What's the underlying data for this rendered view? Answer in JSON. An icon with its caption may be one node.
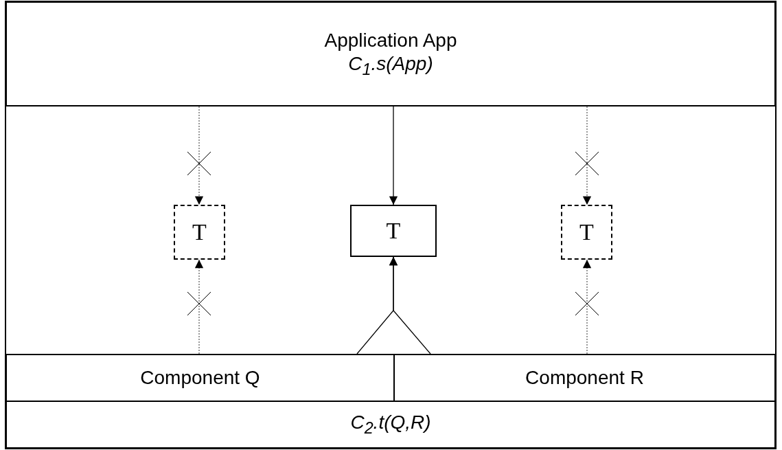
{
  "diagram": {
    "nodes": [
      {
        "text": [
          "Application App",
          "C$_{1}$.s(App)"
        ]
      },
      {
        "text": [
          "T"
        ]
      },
      {
        "text": [
          "T"
        ]
      },
      {
        "text": [
          "T"
        ]
      },
      {
        "text": [
          "Component Q"
        ]
      },
      {
        "text": [
          "Component R"
        ]
      },
      {
        "text": [
          "C$_{2}$.t(Q,R)"
        ]
      }
    ],
    "edges": [
      {
        "from": 0,
        "to": 1,
        "arrow": "to",
        "style": "dashed"
      },
      {
        "from": 4,
        "to": 1,
        "arrow": "to",
        "style": "dashed"
      },
      {
        "from": 0,
        "to": 2,
        "arrow": "to"
      },
      {
        "from": 4,
        "to": 2,
        "arrow": "to"
      },
      {
        "from": 5,
        "to": 2,
        "arrow": "to"
      },
      {
        "from": 0,
        "to": 3,
        "arrow": "to",
        "style": "dashed"
      },
      {
        "from": 5,
        "to": 3,
        "arrow": "to",
        "style": "dashed"
      }
    ]
  }
}
